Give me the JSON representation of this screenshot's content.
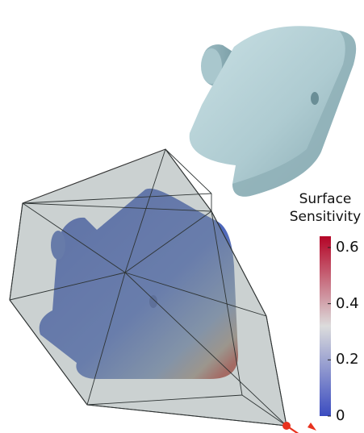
{
  "colorbar": {
    "title_line1": "Surface",
    "title_line2": "Sensitivity",
    "ticks": [
      {
        "label": "0.6",
        "value": 0.6
      },
      {
        "label": "0.4",
        "value": 0.4
      },
      {
        "label": "0.2",
        "value": 0.2
      },
      {
        "label": "0",
        "value": 0.0
      }
    ],
    "range": [
      0,
      0.64
    ],
    "colors": [
      "#3b4cc0",
      "#dddddd",
      "#b40426"
    ]
  },
  "colors": {
    "part_surface": "#b7d3d8",
    "part_shadow": "#7fa2aa",
    "hull_fill": "#9aa6a6",
    "hull_edge": "#333333",
    "inner_part": "#4a64b8",
    "handle_arrow": "#e8321e"
  }
}
